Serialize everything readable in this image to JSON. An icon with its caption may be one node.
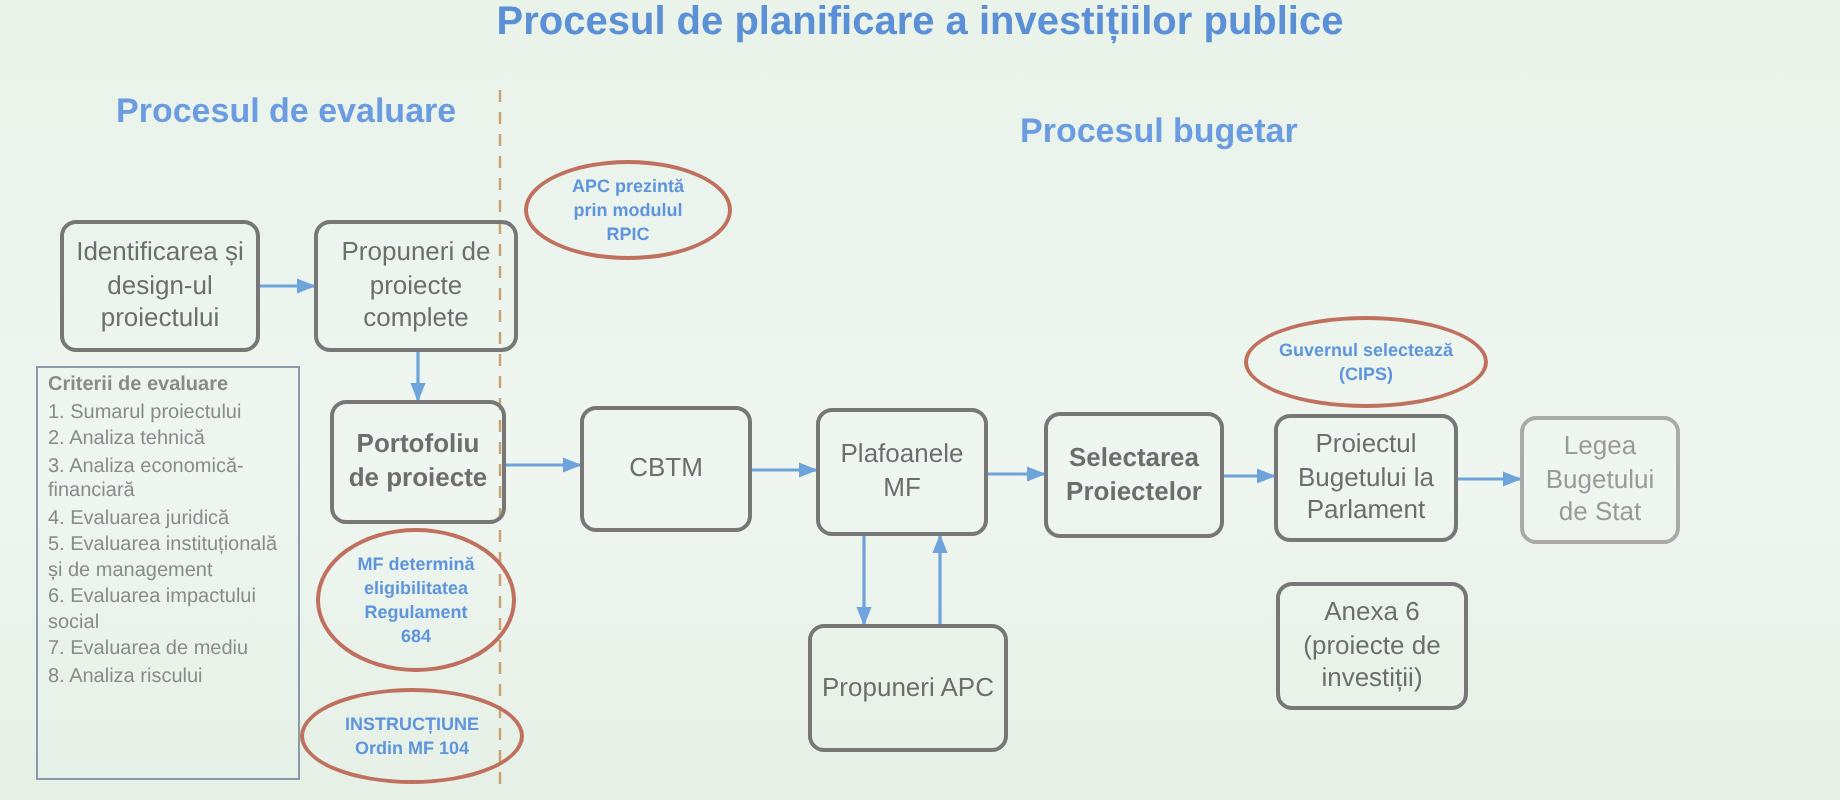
{
  "diagram": {
    "title": "Procesul de planificare a investițiilor publice",
    "nodes": [
      {
        "text": [
          "Identificarea și design-ul proiectului"
        ]
      },
      {
        "text": [
          "Propuneri de proiecte complete"
        ]
      },
      {
        "text": [
          "APC prezintă prin modulul RPIC"
        ]
      },
      {
        "text": [
          "Criterii de evaluare",
          "1. Sumarul proiectului",
          "2. Analiza tehnică",
          "3. Analiza economică-financiară",
          "4. Evaluarea juridică",
          "5. Evaluarea instituțională și de management",
          "6. Evaluarea impactului social",
          "7. Evaluarea de mediu",
          "8. Analiza riscului"
        ]
      },
      {
        "text": [
          "Portofoliu de proiecte"
        ]
      },
      {
        "text": [
          "MF determină eligibilitatea Regulament 684"
        ]
      },
      {
        "text": [
          "INSTRUCȚIUNE Ordin MF 104"
        ]
      },
      {
        "text": [
          "CBTM"
        ]
      },
      {
        "text": [
          "Plafoanele MF"
        ]
      },
      {
        "text": [
          "Selectarea Proiectelor"
        ]
      },
      {
        "text": [
          "Guvernul selectează (CIPS)"
        ]
      },
      {
        "text": [
          "Proiectul Bugetului la Parlament"
        ]
      },
      {
        "text": [
          "Legea Bugetului de Stat"
        ]
      },
      {
        "text": [
          "Propuneri APC"
        ]
      },
      {
        "text": [
          "Anexa 6 (proiecte de investiții)"
        ]
      }
    ],
    "edges": [
      {
        "from": 0,
        "to": 1,
        "arrow": "to"
      },
      {
        "from": 1,
        "to": 4,
        "arrow": "to"
      },
      {
        "from": 4,
        "to": 7,
        "arrow": "to"
      },
      {
        "from": 7,
        "to": 8,
        "arrow": "to"
      },
      {
        "from": 8,
        "to": 9,
        "arrow": "to"
      },
      {
        "from": 9,
        "to": 11,
        "arrow": "to"
      },
      {
        "from": 11,
        "to": 12,
        "arrow": "to"
      },
      {
        "from": 8,
        "to": 13,
        "arrow": "to"
      },
      {
        "from": 13,
        "to": 8,
        "arrow": "to"
      }
    ],
    "labels": [
      "Procesul de evaluare",
      "Procesul bugetar"
    ]
  }
}
